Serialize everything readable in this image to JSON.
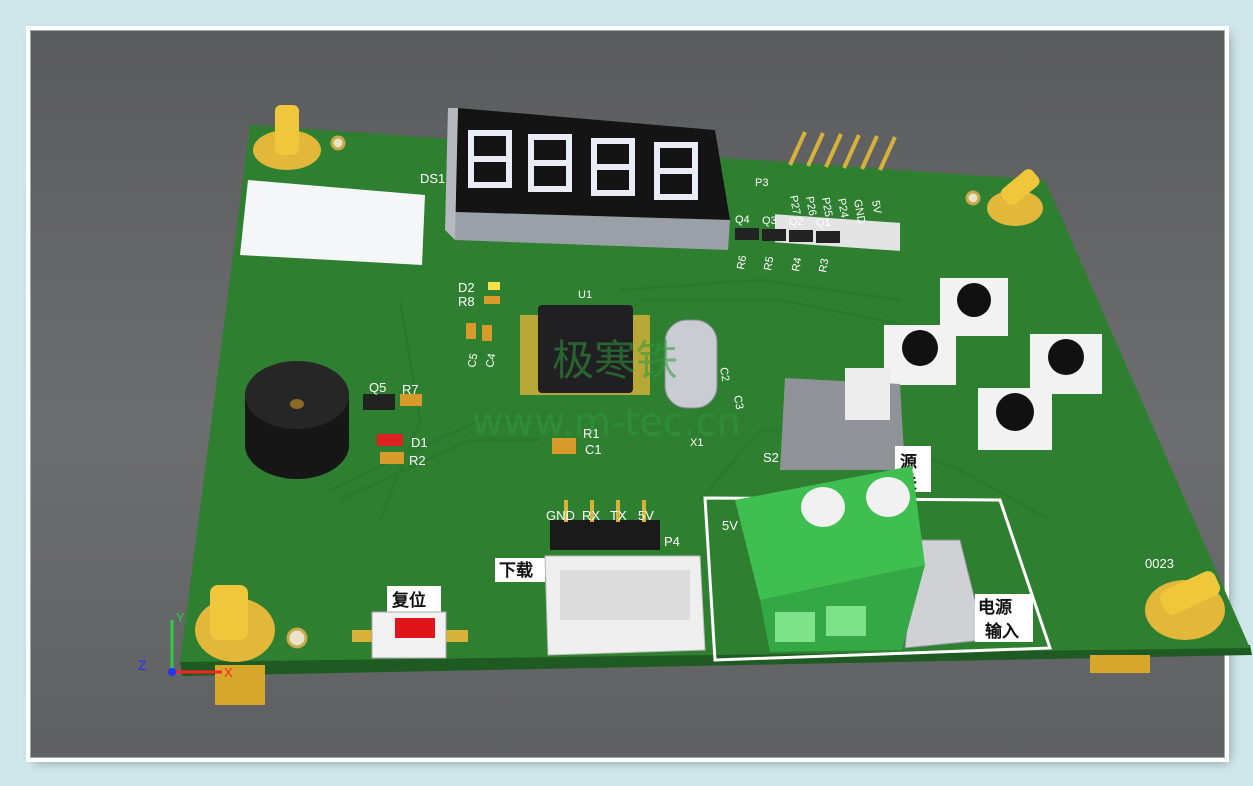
{
  "board": {
    "ds1_label": "DS1",
    "u1_label": "U1",
    "p3_label": "P3",
    "p4_label": "P4",
    "s2_label": "S2",
    "x1_label": "X1",
    "q_labels": [
      "Q4",
      "Q3",
      "Q2",
      "Q1"
    ],
    "r_labels": [
      "R6",
      "R5",
      "R4",
      "R3"
    ],
    "p3_pins": [
      "P27",
      "P26",
      "P25",
      "P24",
      "GND",
      "5V"
    ],
    "p4_pins": [
      "GND",
      "RX",
      "TX",
      "5V"
    ],
    "left_parts": {
      "d2": "D2",
      "r8": "R8",
      "c5": "C5",
      "c4": "C4",
      "q5": "Q5",
      "r7": "R7",
      "d1": "D1",
      "r2": "R2",
      "r1": "R1",
      "c1": "C1",
      "c2": "C2",
      "c3": "C3"
    },
    "silk_download": "下载",
    "silk_reset": "复位",
    "silk_power_switch_1": "源",
    "silk_power_switch_2": "关",
    "silk_power_in_1": "电源",
    "silk_power_in_2": "输入",
    "silk_5v": "5V",
    "corner_code": "0023",
    "watermark_1": "极寒铁",
    "watermark_2": "www.m-tec.cn"
  },
  "axes": {
    "x": "X",
    "y": "Y",
    "z": "Z"
  },
  "colors": {
    "pcb": "#2e7d32",
    "pad": "#e2b73a",
    "terminal": "#44c154",
    "silk": "#ffffff"
  }
}
